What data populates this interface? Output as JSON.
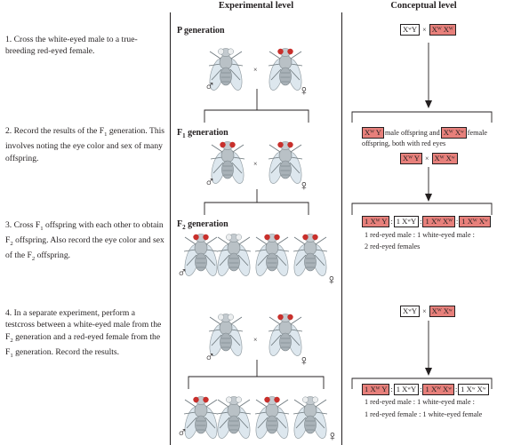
{
  "headers": {
    "experimental": "Experimental level",
    "conceptual": "Conceptual level"
  },
  "steps": [
    "1. Cross the white-eyed male to a true-breeding red-eyed female.",
    "2. Record the results of the F1 generation. This involves noting the eye color and sex of many offspring.",
    "3. Cross F1 offspring with each other to obtain F2 offspring. Also record the eye color and sex of the F2 offspring.",
    "4. In a separate experiment, perform a testcross between a white-eyed male from the F2 generation and a red-eyed female from the F1 generation. Record the results."
  ],
  "generations": {
    "p": "P generation",
    "f1": "F1 generation",
    "f2": "F2 generation"
  },
  "symbols": {
    "male": "♂",
    "female": "♀",
    "cross": "×"
  },
  "genotypes": {
    "xwY": "XʷY",
    "XWXW": "Xᵂ Xᵂ",
    "XWY": "Xᵂ Y",
    "XWXw": "Xᵂ Xʷ",
    "XwXw": "Xʷ Xʷ"
  },
  "conceptual": {
    "f1_text_a": "male offspring and",
    "f1_text_b": "female",
    "f1_text_c": "offspring, both with red eyes",
    "f2_prefix": "1",
    "f2_text": [
      "1 red-eyed male : 1 white-eyed male :",
      "2 red-eyed females"
    ],
    "tc_text": [
      "1 red-eyed male : 1 white-eyed male :",
      "1 red-eyed female : 1 white-eyed female"
    ]
  },
  "colors": {
    "red_eye": "#c8302c",
    "white_eye": "#d9dcde",
    "highlight": "#e7807b",
    "body": "#b9c1c6",
    "wing": "#dde7ee"
  }
}
